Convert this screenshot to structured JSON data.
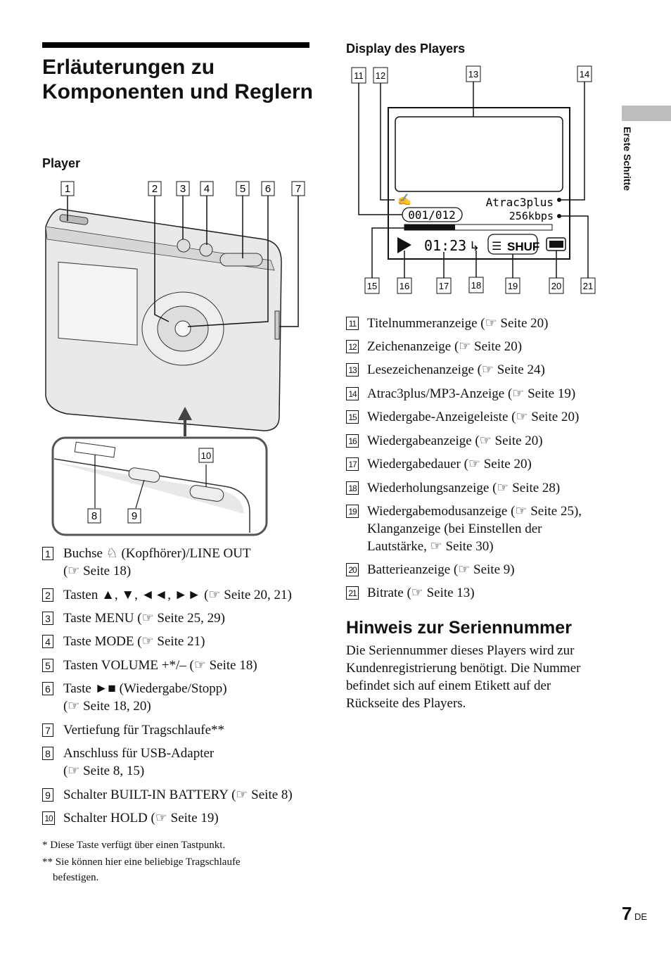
{
  "title": "Erläuterungen zu Komponenten und Reglern",
  "player_section": {
    "heading": "Player",
    "callouts": [
      "1",
      "2",
      "3",
      "4",
      "5",
      "6",
      "7",
      "8",
      "9",
      "10"
    ],
    "items": [
      {
        "num": "1",
        "lines": [
          "Buchse ♘ (Kopfhörer)/LINE OUT",
          "(☞ Seite 18)"
        ]
      },
      {
        "num": "2",
        "lines": [
          "Tasten ▲, ▼, ◄◄, ►► (☞ Seite 20, 21)"
        ]
      },
      {
        "num": "3",
        "lines": [
          "Taste MENU (☞ Seite 25, 29)"
        ]
      },
      {
        "num": "4",
        "lines": [
          "Taste MODE (☞ Seite 21)"
        ]
      },
      {
        "num": "5",
        "lines": [
          "Tasten VOLUME +*/– (☞ Seite 18)"
        ]
      },
      {
        "num": "6",
        "lines": [
          "Taste ►■ (Wiedergabe/Stopp)",
          "(☞ Seite 18, 20)"
        ]
      },
      {
        "num": "7",
        "lines": [
          "Vertiefung für Tragschlaufe**"
        ]
      },
      {
        "num": "8",
        "lines": [
          "Anschluss für USB-Adapter",
          "(☞ Seite 8, 15)"
        ]
      },
      {
        "num": "9",
        "lines": [
          "Schalter BUILT-IN BATTERY (☞ Seite 8)"
        ]
      },
      {
        "num": "10",
        "lines": [
          "Schalter HOLD (☞ Seite 19)"
        ]
      }
    ],
    "footnotes": [
      "*  Diese Taste verfügt über einen Tastpunkt.",
      "** Sie können hier eine beliebige Tragschlaufe",
      "befestigen."
    ]
  },
  "display_section": {
    "heading": "Display des Players",
    "callouts_top": [
      "11",
      "12",
      "13",
      "14"
    ],
    "callouts_bottom": [
      "15",
      "16",
      "17",
      "18",
      "19",
      "20",
      "21"
    ],
    "lcd": {
      "codec": "Atrac3plus",
      "track": "001/012",
      "bitrate": "256kbps",
      "time": "01:23",
      "mode": "SHUF"
    },
    "items": [
      {
        "num": "11",
        "lines": [
          "Titelnummeranzeige (☞ Seite 20)"
        ]
      },
      {
        "num": "12",
        "lines": [
          "Zeichenanzeige (☞ Seite 20)"
        ]
      },
      {
        "num": "13",
        "lines": [
          "Lesezeichenanzeige (☞ Seite 24)"
        ]
      },
      {
        "num": "14",
        "lines": [
          "Atrac3plus/MP3-Anzeige (☞ Seite 19)"
        ]
      },
      {
        "num": "15",
        "lines": [
          "Wiedergabe-Anzeigeleiste (☞ Seite 20)"
        ]
      },
      {
        "num": "16",
        "lines": [
          "Wiedergabeanzeige (☞ Seite 20)"
        ]
      },
      {
        "num": "17",
        "lines": [
          "Wiedergabedauer (☞ Seite 20)"
        ]
      },
      {
        "num": "18",
        "lines": [
          "Wiederholungsanzeige (☞ Seite 28)"
        ]
      },
      {
        "num": "19",
        "lines": [
          "Wiedergabemodusanzeige (☞ Seite 25),",
          "Klanganzeige (bei Einstellen der",
          "Lautstärke, ☞ Seite 30)"
        ]
      },
      {
        "num": "20",
        "lines": [
          "Batterieanzeige (☞ Seite 9)"
        ]
      },
      {
        "num": "21",
        "lines": [
          "Bitrate (☞ Seite 13)"
        ]
      }
    ]
  },
  "hinweis": {
    "heading": "Hinweis zur Seriennummer",
    "lines": [
      "Die Seriennummer dieses Players wird zur",
      "Kundenregistrierung benötigt. Die Nummer",
      "befindet sich auf einem Etikett auf der",
      "Rückseite des Players."
    ]
  },
  "side_tab": "Erste Schritte",
  "page_number": "7",
  "page_suffix": "DE"
}
